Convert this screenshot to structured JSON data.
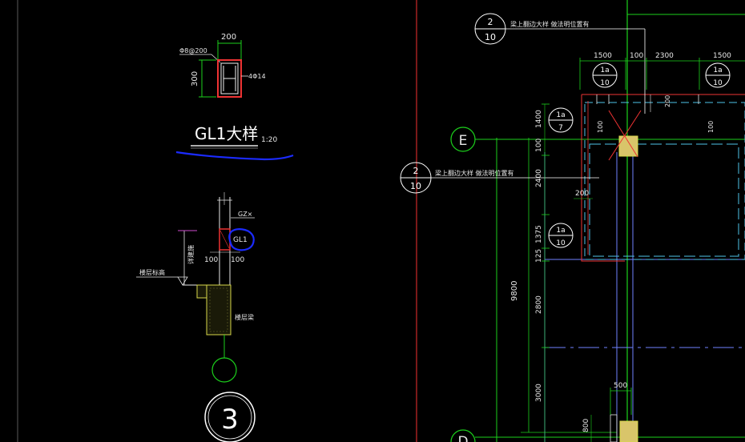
{
  "detail_gl1": {
    "title": "GL1大样",
    "scale": "1:20",
    "width_dim": "200",
    "height_dim": "300",
    "stirrup_label": "Φ8@200",
    "rebar_label": "4Φ14"
  },
  "section3": {
    "gz_label": "GZ×",
    "gl_label": "GL1",
    "dim_left": "100",
    "dim_right": "100",
    "floor_label": "楼层标高",
    "height_label": "详建施",
    "beam_label": "楼层梁",
    "section_number": "3"
  },
  "plan": {
    "axis_e": "E",
    "axis_d": "D",
    "callout_top": {
      "num": "2",
      "sheet": "10",
      "note": "梁上翻边大样 做法明位置有"
    },
    "callout_mid": {
      "num": "2",
      "sheet": "10",
      "note": "梁上翻边大样 做法明位置有"
    },
    "ref_1a_top_left": {
      "num": "1a",
      "sheet": "10"
    },
    "ref_1a_top_right": {
      "num": "1a",
      "sheet": "10"
    },
    "ref_1a_side": {
      "num": "1a",
      "sheet": "7"
    },
    "ref_1a_lower": {
      "num": "1a",
      "sheet": "10"
    },
    "dims_top": [
      "1500",
      "100",
      "2300",
      "1500"
    ],
    "dim_200_top": "200",
    "dim_100_a": "100",
    "dim_100_b": "100",
    "dim_200_mid": "200",
    "dims_vertical": [
      "1400",
      "100",
      "2400",
      "1375",
      "125",
      "2800",
      "3000",
      "800"
    ],
    "dim_total": "9800",
    "dim_500": "500"
  }
}
